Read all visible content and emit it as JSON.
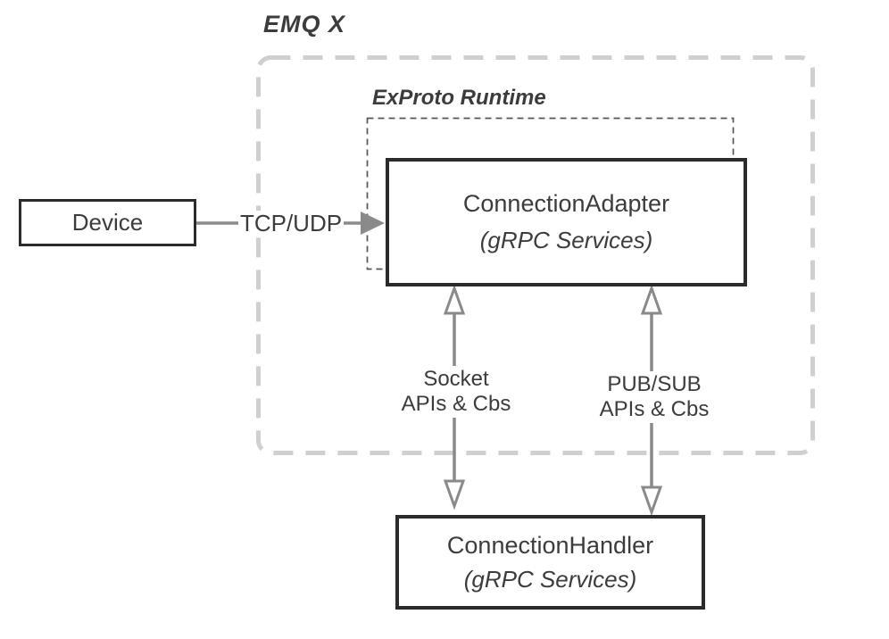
{
  "diagram": {
    "colors": {
      "background": "#ffffff",
      "container_dash": "#cfcfcf",
      "runtime_dash": "#555555",
      "box_border": "#2b2b2b",
      "arrow": "#8a8a8a",
      "text": "#3c3c3c"
    },
    "containers": {
      "emqx": {
        "label": "EMQ X"
      },
      "exproto_runtime": {
        "label": "ExProto Runtime"
      }
    },
    "nodes": {
      "device": {
        "label": "Device"
      },
      "connection_adapter": {
        "title": "ConnectionAdapter",
        "subtitle": "(gRPC Services)"
      },
      "connection_handler": {
        "title": "ConnectionHandler",
        "subtitle": "(gRPC Services)"
      }
    },
    "edges": {
      "tcp_udp": {
        "label": "TCP/UDP"
      },
      "socket": {
        "line1": "Socket",
        "line2": "APIs & Cbs"
      },
      "pubsub": {
        "line1": "PUB/SUB",
        "line2": "APIs & Cbs"
      }
    }
  }
}
